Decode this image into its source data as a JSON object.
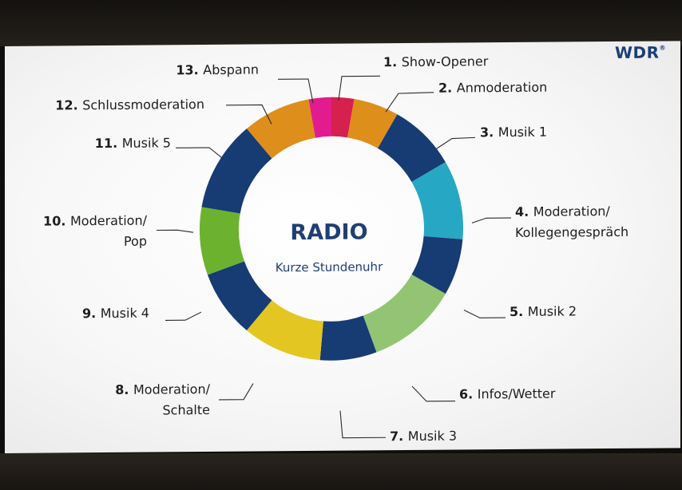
{
  "brand": {
    "logo": "WDR",
    "logo_mark": "®"
  },
  "wheel": {
    "title": "RADIO",
    "subtitle": "Kurze Stundenuhr"
  },
  "segments": [
    {
      "number": "1.",
      "label": [
        "Show-Opener"
      ],
      "color": "#d6204e",
      "share": 0.0277
    },
    {
      "number": "2.",
      "label": [
        "Anmoderation"
      ],
      "color": "#de8e1b",
      "share": 0.0555
    },
    {
      "number": "3.",
      "label": [
        "Musik 1"
      ],
      "color": "#173b73",
      "share": 0.0833
    },
    {
      "number": "4.",
      "label": [
        "Moderation/",
        "Kollegengespräch"
      ],
      "color": "#26a8c4",
      "share": 0.0972
    },
    {
      "number": "5.",
      "label": [
        "Musik 2"
      ],
      "color": "#173b73",
      "share": 0.0694
    },
    {
      "number": "6.",
      "label": [
        "Infos/Wetter"
      ],
      "color": "#93c473",
      "share": 0.1111
    },
    {
      "number": "7.",
      "label": [
        "Musik 3"
      ],
      "color": "#173b73",
      "share": 0.0694
    },
    {
      "number": "8.",
      "label": [
        "Moderation/",
        "Schalte"
      ],
      "color": "#e3c622",
      "share": 0.0972
    },
    {
      "number": "9.",
      "label": [
        "Musik 4"
      ],
      "color": "#173b73",
      "share": 0.0833
    },
    {
      "number": "10.",
      "label": [
        "Moderation/",
        "Pop"
      ],
      "color": "#6db22f",
      "share": 0.0833
    },
    {
      "number": "11.",
      "label": [
        "Musik 5"
      ],
      "color": "#173b73",
      "share": 0.1111
    },
    {
      "number": "12.",
      "label": [
        "Schlussmoderation"
      ],
      "color": "#de8e1b",
      "share": 0.0833
    },
    {
      "number": "13.",
      "label": [
        "Abspann"
      ],
      "color": "#e21c8e",
      "share": 0.0277
    }
  ]
}
